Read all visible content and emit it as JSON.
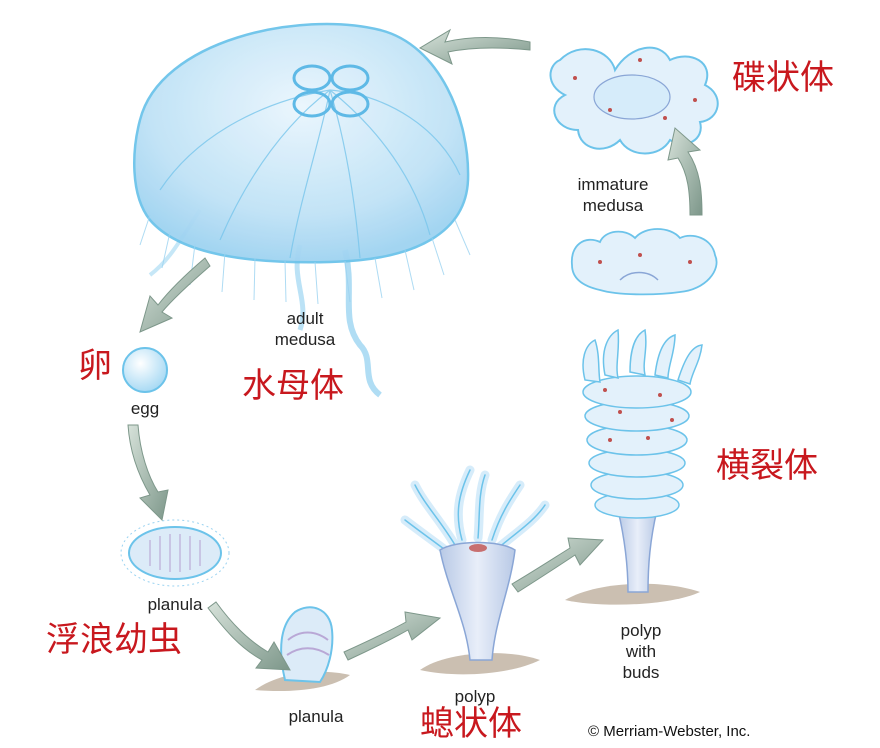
{
  "stages": {
    "adult_medusa": {
      "label": "adult\nmedusa",
      "cn": "水母体"
    },
    "egg": {
      "label": "egg",
      "cn": "卵"
    },
    "planula_free": {
      "label": "planula",
      "cn": "浮浪幼虫"
    },
    "planula_settled": {
      "label": "planula"
    },
    "polyp": {
      "label": "polyp",
      "cn": "螅状体"
    },
    "polyp_buds": {
      "label": "polyp\nwith\nbuds",
      "cn": "横裂体"
    },
    "immature_medusa": {
      "label": "immature\nmedusa",
      "cn": "碟状体"
    }
  },
  "copyright": "© Merriam-Webster, Inc.",
  "colors": {
    "organism_fill": "#d6ecfa",
    "organism_stroke": "#6cc3ea",
    "arrow": "#8fa79a",
    "cn_label": "#c8181e",
    "ground": "#c9bfb3"
  }
}
